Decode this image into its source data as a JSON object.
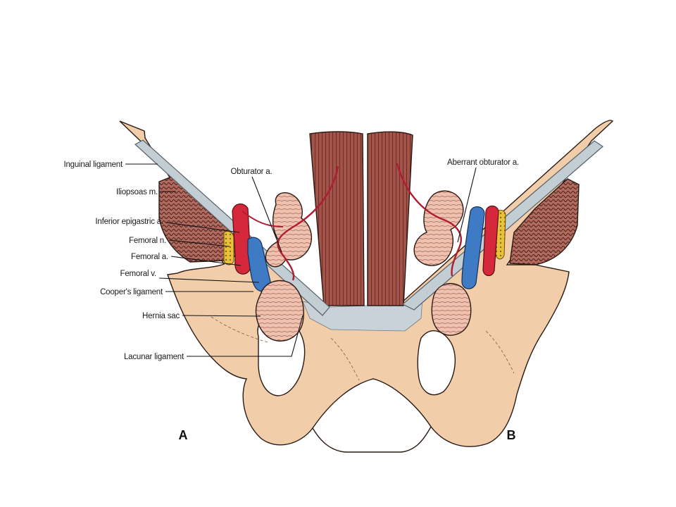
{
  "labels": {
    "inguinal_ligament": "Inguinal ligament",
    "iliopsoas": "Iliopsoas m.",
    "inferior_epigastric": "Inferior epigastric a.",
    "femoral_n": "Femoral n.",
    "femoral_a": "Femoral a.",
    "femoral_v": "Femoral v.",
    "coopers_ligament": "Cooper's ligament",
    "hernia_sac": "Hernia sac",
    "lacunar_ligament": "Lacunar ligament",
    "obturator_a": "Obturator a.",
    "aberrant_obturator_a": "Aberrant obturator a."
  },
  "panels": {
    "left": "A",
    "right": "B"
  },
  "colors": {
    "bone": "#f2cda9",
    "muscle": "#a8554a",
    "ligament": "#c3cdd4",
    "artery": "#d5283a",
    "vein": "#3f7bc4",
    "nerve": "#e9c22e",
    "hernia": "#eab6a2",
    "leader": "#111111"
  }
}
